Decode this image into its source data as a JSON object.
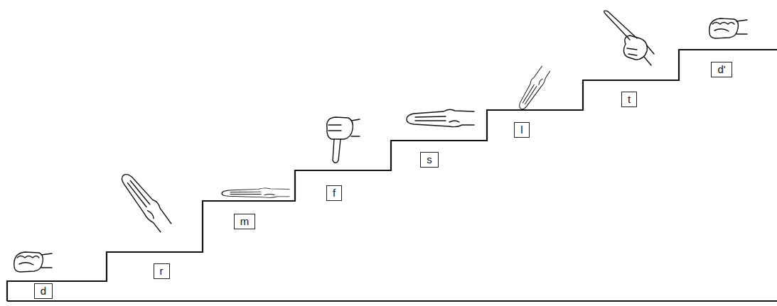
{
  "diagram": {
    "nodes": [
      {
        "text": [
          "d"
        ]
      },
      {
        "text": [
          "r"
        ]
      },
      {
        "text": [
          "m"
        ]
      },
      {
        "text": [
          "f"
        ]
      },
      {
        "text": [
          "s"
        ]
      },
      {
        "text": [
          "l"
        ]
      },
      {
        "text": [
          "t"
        ]
      },
      {
        "text": [
          "d'"
        ]
      }
    ]
  }
}
